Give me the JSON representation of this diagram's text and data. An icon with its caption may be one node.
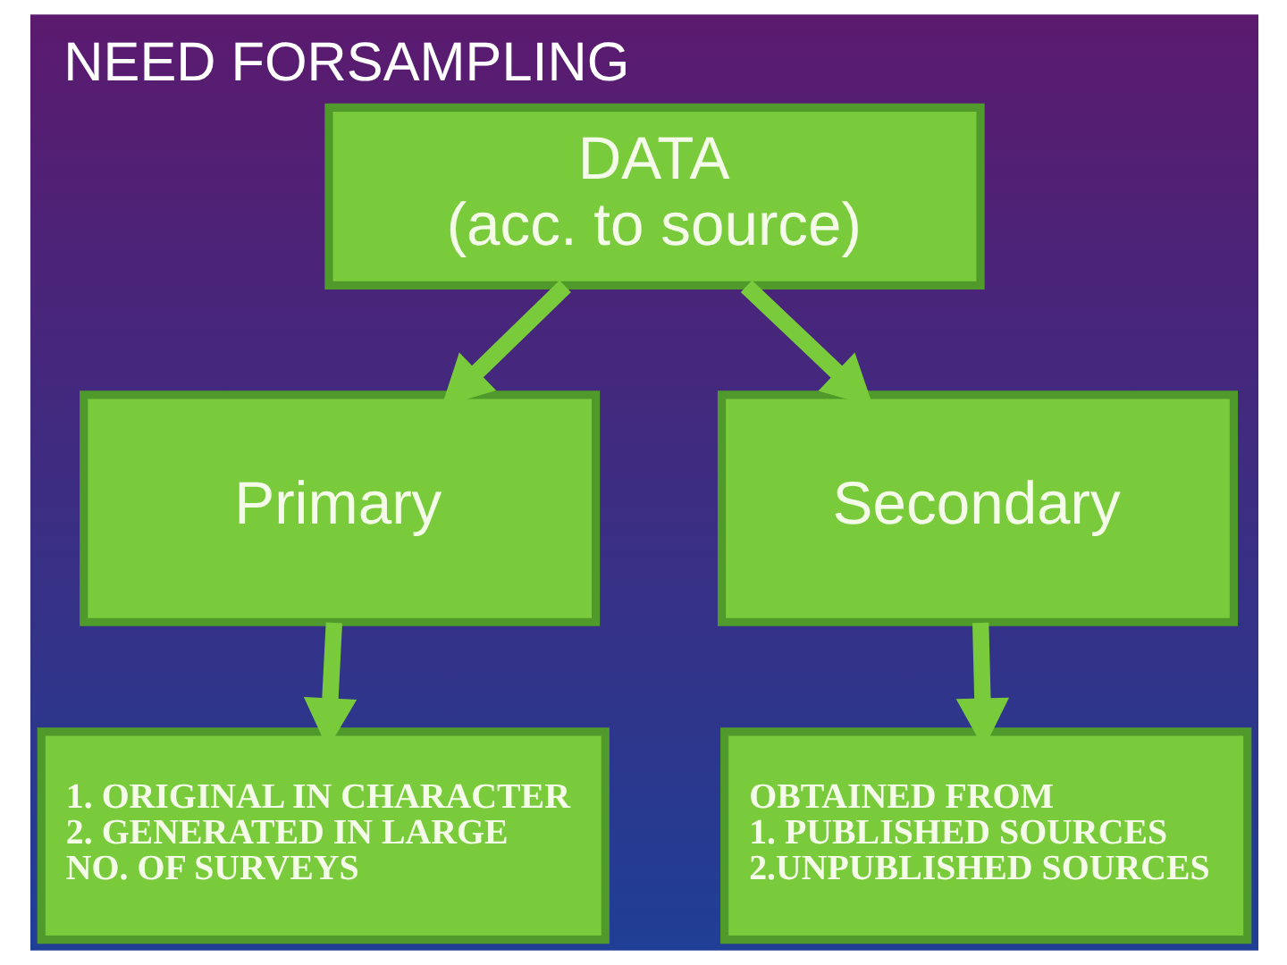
{
  "diagram": {
    "title": "NEED FORSAMPLING",
    "nodes": [
      {
        "text": [
          "DATA (acc. to source)"
        ]
      },
      {
        "text": [
          "Primary"
        ]
      },
      {
        "text": [
          "Secondary"
        ]
      },
      {
        "text": [
          "1. ORIGINAL IN CHARACTER 2. GENERATED IN LARGE NO. OF SURVEYS"
        ]
      },
      {
        "text": [
          "OBTAINED FROM 1. PUBLISHED SOURCES 2.UNPUBLISHED SOURCES"
        ]
      }
    ],
    "edges": [
      {
        "from": 0,
        "to": 1,
        "arrow": "to"
      },
      {
        "from": 0,
        "to": 2,
        "arrow": "to"
      },
      {
        "from": 1,
        "to": 3,
        "arrow": "to"
      },
      {
        "from": 2,
        "to": 4,
        "arrow": "to"
      }
    ]
  }
}
